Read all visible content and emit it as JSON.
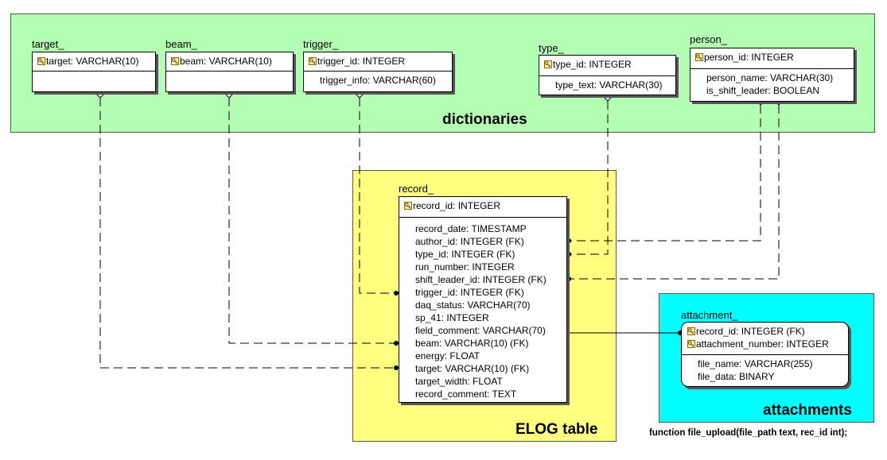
{
  "regions": {
    "dictionaries": {
      "label": "dictionaries",
      "color": "#b3ffb3"
    },
    "elog": {
      "label": "ELOG table",
      "color": "#ffff80"
    },
    "attachments": {
      "label": "attachments",
      "color": "#00ffff"
    }
  },
  "entities": {
    "target": {
      "name": "target_",
      "pk": [
        "target: VARCHAR(10)"
      ],
      "attrs": []
    },
    "beam": {
      "name": "beam_",
      "pk": [
        "beam: VARCHAR(10)"
      ],
      "attrs": []
    },
    "trigger": {
      "name": "trigger_",
      "pk": [
        "trigger_id: INTEGER"
      ],
      "attrs": [
        "trigger_info: VARCHAR(60)"
      ]
    },
    "type": {
      "name": "type_",
      "pk": [
        "type_id: INTEGER"
      ],
      "attrs": [
        "type_text: VARCHAR(30)"
      ]
    },
    "person": {
      "name": "person_",
      "pk": [
        "person_id: INTEGER"
      ],
      "attrs": [
        "person_name: VARCHAR(30)",
        "is_shift_leader: BOOLEAN"
      ]
    },
    "record": {
      "name": "record_",
      "pk": [
        "record_id: INTEGER"
      ],
      "attrs": [
        "record_date: TIMESTAMP",
        "author_id: INTEGER (FK)",
        "type_id: INTEGER (FK)",
        "run_number: INTEGER",
        "shift_leader_id: INTEGER (FK)",
        "trigger_id: INTEGER (FK)",
        "daq_status: VARCHAR(70)",
        "sp_41: INTEGER",
        "field_comment: VARCHAR(70)",
        "beam: VARCHAR(10) (FK)",
        "energy: FLOAT",
        "target: VARCHAR(10) (FK)",
        "target_width: FLOAT",
        "record_comment: TEXT"
      ]
    },
    "attachment": {
      "name": "attachment_",
      "pk": [
        "record_id: INTEGER (FK)",
        "attachment_number: INTEGER"
      ],
      "attrs": [
        "file_name: VARCHAR(255)",
        "file_data: BINARY"
      ]
    }
  },
  "footnote": "function file_upload(file_path text, rec_id int);"
}
